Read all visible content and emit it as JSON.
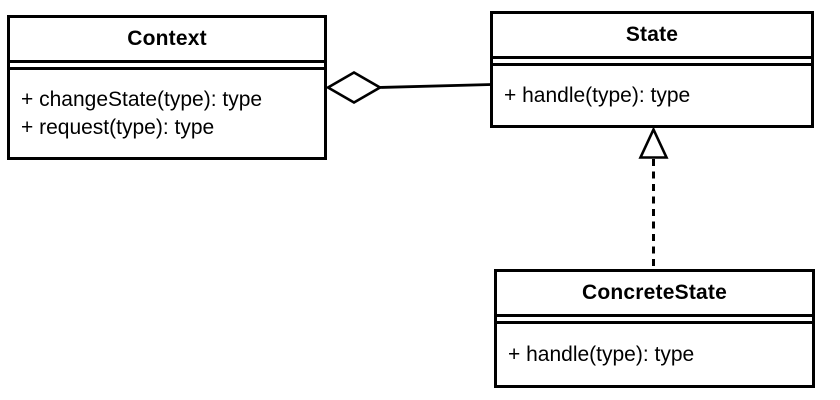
{
  "diagram": {
    "kind": "uml-class-diagram",
    "pattern": "State",
    "background_color": "#ffffff",
    "stroke_color": "#000000",
    "classes": [
      {
        "id": "context",
        "name": "Context",
        "attributes": [],
        "methods": [
          "+ changeState(type): type",
          "+ request(type): type"
        ]
      },
      {
        "id": "state",
        "name": "State",
        "attributes": [],
        "methods": [
          "+ handle(type): type"
        ]
      },
      {
        "id": "concrete-state",
        "name": "ConcreteState",
        "attributes": [],
        "methods": [
          "+ handle(type): type"
        ]
      }
    ],
    "relationships": [
      {
        "type": "aggregation",
        "from": "Context",
        "to": "State",
        "line_style": "solid",
        "marker": "hollow-diamond",
        "marker_at": "Context"
      },
      {
        "type": "realization",
        "from": "ConcreteState",
        "to": "State",
        "line_style": "dashed",
        "marker": "hollow-triangle",
        "marker_at": "State"
      }
    ]
  }
}
